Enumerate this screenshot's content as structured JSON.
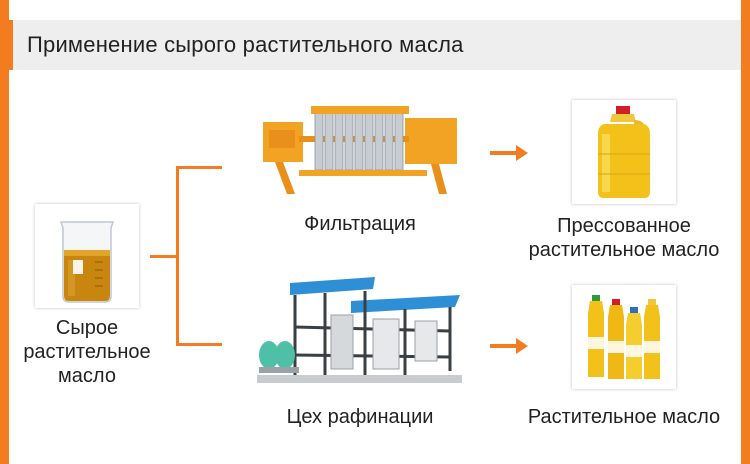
{
  "header": {
    "title": "Применение сырого растительного масла"
  },
  "nodes": {
    "crude_oil": {
      "label_line1": "Сырое",
      "label_line2": "растительное",
      "label_line3": "масло"
    },
    "filtration": {
      "label": "Фильтрация"
    },
    "refinery": {
      "label": "Цех рафинации"
    },
    "pressed_oil": {
      "label_line1": "Прессованное",
      "label_line2": "растительное масло"
    },
    "vegetable_oil": {
      "label": "Растительное масло"
    }
  },
  "colors": {
    "accent": "#f47c20",
    "title_bg": "#eeeeee",
    "text": "#222222"
  }
}
